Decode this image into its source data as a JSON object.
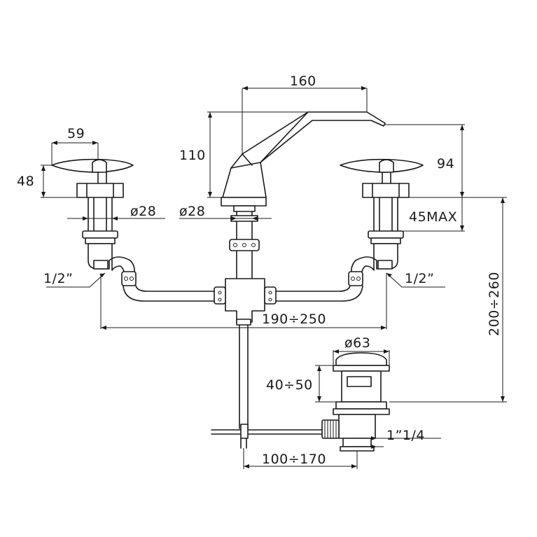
{
  "dimensions": {
    "spout_reach": "160",
    "handle_width": "59",
    "handle_height": "48",
    "spout_height": "110",
    "right_height": "94",
    "left_diameter": "ø28",
    "center_diameter": "ø28",
    "max_deck": "45MAX",
    "left_inlet": "1/2”",
    "right_inlet": "1/2”",
    "spread": "190÷250",
    "total_height": "200÷260",
    "drain_diameter": "ø63",
    "drain_height": "40÷50",
    "drain_thread": "1”1/4",
    "rod_length": "100÷170"
  }
}
